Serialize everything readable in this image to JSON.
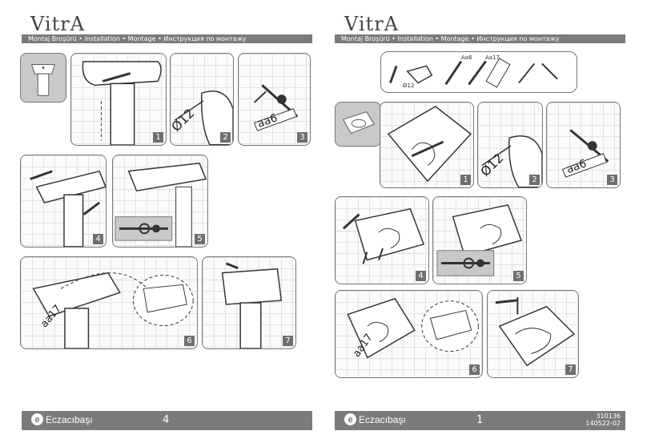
{
  "brand_logo": "VitrA",
  "header_text": "Montaj Broşürü • Installation • Montage • Инструкция по монтажу",
  "footer": {
    "brand": "Eczacıbaşı",
    "left_page_number": "4",
    "right_page_number": "1",
    "code_primary": "310136",
    "code_secondary": "140522-02"
  },
  "tools": {
    "drill_label": "Ø12",
    "wrench1_label": "Aa6",
    "wrench2_label": "Aa17"
  },
  "labels": {
    "drill_size": "Ø12",
    "wrench_aa6": "aa6",
    "wrench_aa17": "aa17"
  },
  "left_steps": [
    "1",
    "2",
    "3",
    "4",
    "5",
    "6",
    "7"
  ],
  "right_steps": [
    "1",
    "2",
    "3",
    "4",
    "5",
    "6",
    "7"
  ]
}
